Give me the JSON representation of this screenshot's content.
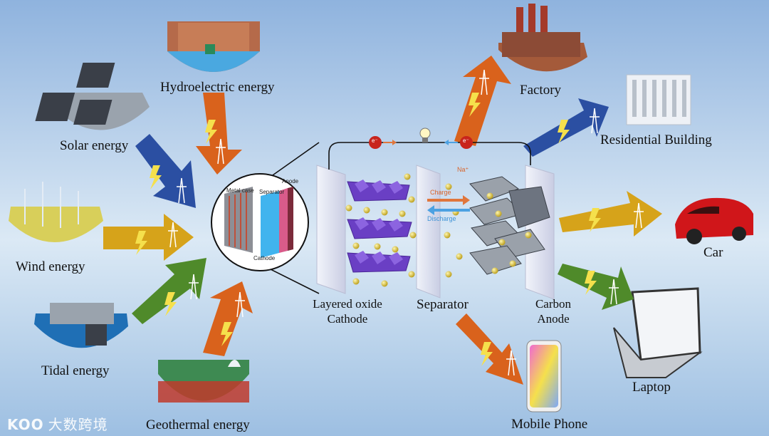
{
  "sources": {
    "hydro": "Hydroelectric energy",
    "solar": "Solar energy",
    "wind": "Wind energy",
    "tidal": "Tidal energy",
    "geothermal": "Geothermal energy"
  },
  "consumers": {
    "factory": "Factory",
    "residential": "Residential Building",
    "car": "Car",
    "laptop": "Laptop",
    "phone": "Mobile Phone"
  },
  "battery": {
    "cathode": "Layered oxide Cathode",
    "separator": "Separator",
    "anode": "Carbon Anode",
    "charge": "Charge",
    "discharge": "Discharge",
    "ion": "Na⁺",
    "electron": "e⁻"
  },
  "cell": {
    "metal_case": "Metal case",
    "separator": "Separator",
    "anode": "Anode",
    "cathode": "Cathode"
  },
  "watermark": {
    "logo": "KOO",
    "text": "大数跨境"
  },
  "colors": {
    "orange_arrow": "#d9621c",
    "blue_arrow": "#2b4fa2",
    "gold_arrow": "#d6a31a",
    "green_arrow": "#4f8a2a",
    "cathode_purple": "#6a3fc4",
    "anode_gray": "#9aa1aa"
  }
}
